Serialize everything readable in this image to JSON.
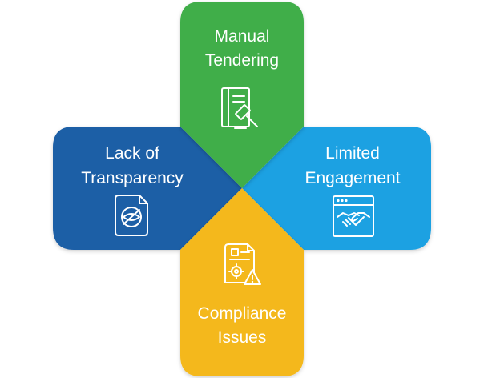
{
  "colors": {
    "top": "#3fae49",
    "left": "#1f5fa6",
    "right": "#1aa1e2",
    "bottom": "#f4b81b"
  },
  "petals": {
    "top": {
      "lines": [
        "Manual",
        "Tendering"
      ],
      "icon": "document-gavel-icon"
    },
    "left": {
      "lines": [
        "Lack of",
        "Transparency"
      ],
      "icon": "hidden-eye-document-icon"
    },
    "right": {
      "lines": [
        "Limited",
        "Engagement"
      ],
      "icon": "browser-handshake-icon"
    },
    "bottom": {
      "lines": [
        "Compliance",
        "Issues"
      ],
      "icon": "document-gear-warning-icon"
    }
  }
}
